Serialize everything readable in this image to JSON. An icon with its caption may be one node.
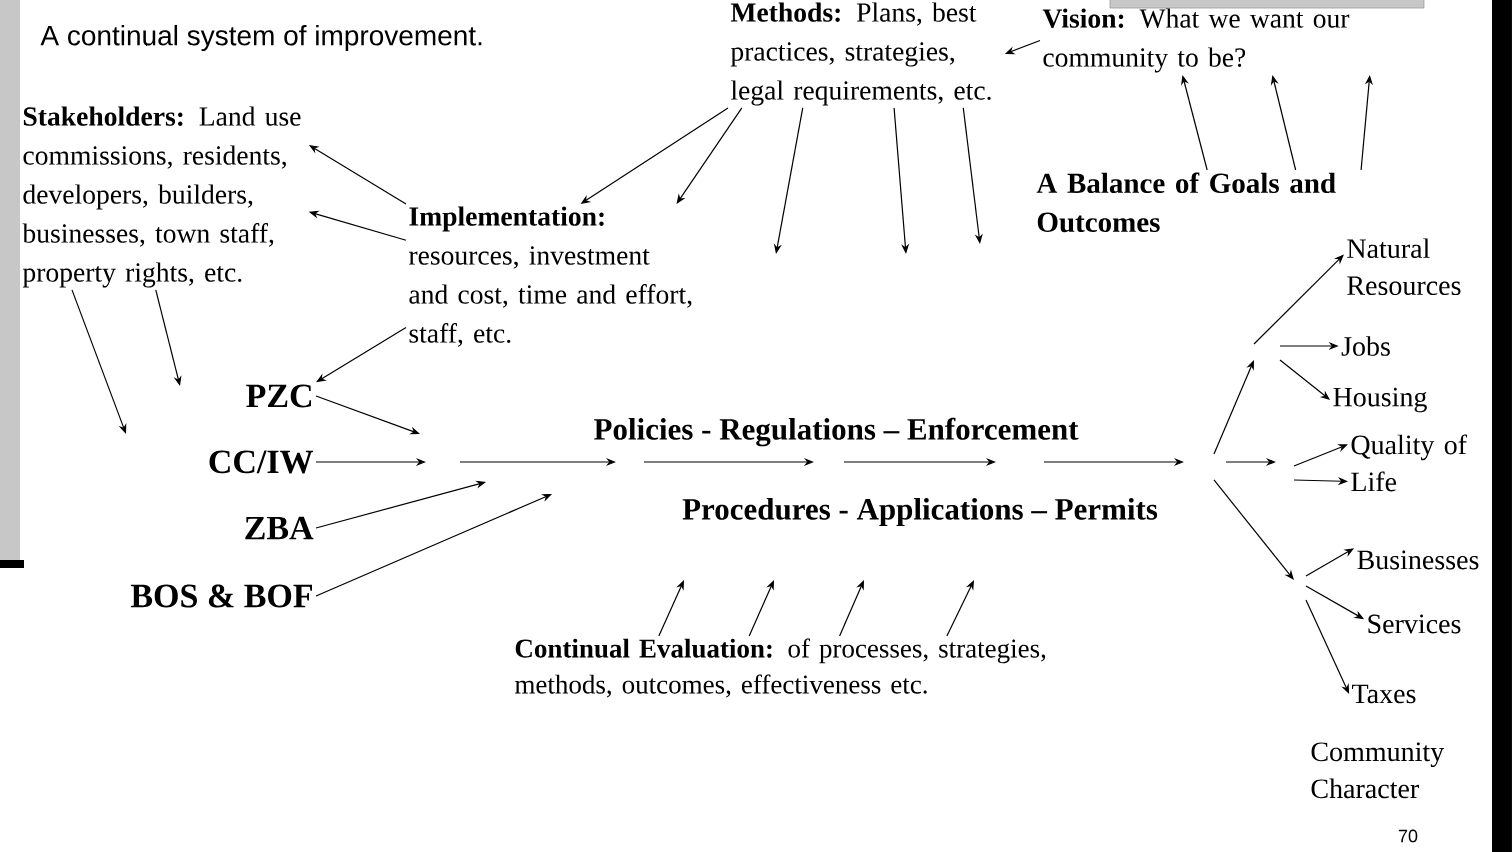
{
  "diagram": {
    "title": "A continual system of improvement.",
    "nodes": [
      {
        "text": [
          "**Methods:** Plans, best practices, strategies, legal requirements, etc."
        ]
      },
      {
        "text": [
          "**Vision:** What we want our community to be?"
        ]
      },
      {
        "text": [
          "**Stakeholders:** Land use commissions, residents, developers, builders, businesses, town staff, property rights, etc."
        ]
      },
      {
        "text": [
          "Implementation:",
          "resources, investment and cost, time and effort, staff, etc."
        ]
      },
      {
        "text": [
          "A Balance of Goals and Outcomes"
        ]
      },
      {
        "text": [
          "PZC"
        ]
      },
      {
        "text": [
          "CC/IW"
        ]
      },
      {
        "text": [
          "ZBA"
        ]
      },
      {
        "text": [
          "BOS & BOF"
        ]
      },
      {
        "text": [
          "Policies - Regulations – Enforcement"
        ]
      },
      {
        "text": [
          "Procedures - Applications – Permits"
        ]
      },
      {
        "text": [
          "**Continual Evaluation:** of processes, strategies, methods, outcomes, effectiveness etc."
        ]
      },
      {
        "text": [
          "Natural Resources"
        ]
      },
      {
        "text": [
          "Jobs"
        ]
      },
      {
        "text": [
          "Housing"
        ]
      },
      {
        "text": [
          "Quality of Life"
        ]
      },
      {
        "text": [
          "Businesses"
        ]
      },
      {
        "text": [
          "Services"
        ]
      },
      {
        "text": [
          "Taxes"
        ]
      },
      {
        "text": [
          "Community Character"
        ]
      }
    ],
    "edges": [
      {
        "from": 1,
        "to": 0,
        "arrow": "to"
      },
      {
        "from": 0,
        "to": 3,
        "arrow": "to"
      },
      {
        "from": 0,
        "to": 3,
        "arrow": "to"
      },
      {
        "from": 0,
        "to": null,
        "arrow": "to"
      },
      {
        "from": 0,
        "to": null,
        "arrow": "to"
      },
      {
        "from": 0,
        "to": null,
        "arrow": "to"
      },
      {
        "from": 4,
        "to": 1,
        "arrow": "to"
      },
      {
        "from": 4,
        "to": 1,
        "arrow": "to"
      },
      {
        "from": 4,
        "to": 1,
        "arrow": "to"
      },
      {
        "from": 3,
        "to": 2,
        "arrow": "to"
      },
      {
        "from": 3,
        "to": 2,
        "arrow": "to"
      },
      {
        "from": 3,
        "to": 5,
        "arrow": "to"
      },
      {
        "from": 2,
        "to": null,
        "arrow": "to"
      },
      {
        "from": 2,
        "to": null,
        "arrow": "to"
      },
      {
        "from": 5,
        "to": null,
        "arrow": "to"
      },
      {
        "from": 6,
        "to": null,
        "arrow": "to"
      },
      {
        "from": 7,
        "to": null,
        "arrow": "to"
      },
      {
        "from": 8,
        "to": null,
        "arrow": "to"
      },
      {
        "from": 11,
        "to": null,
        "arrow": "to"
      },
      {
        "from": 11,
        "to": null,
        "arrow": "to"
      },
      {
        "from": 11,
        "to": null,
        "arrow": "to"
      },
      {
        "from": 11,
        "to": null,
        "arrow": "to"
      },
      {
        "from": null,
        "to": 12,
        "arrow": "to"
      },
      {
        "from": null,
        "to": 13,
        "arrow": "to"
      },
      {
        "from": null,
        "to": 14,
        "arrow": "to"
      },
      {
        "from": null,
        "to": 15,
        "arrow": "to"
      },
      {
        "from": null,
        "to": 15,
        "arrow": "to"
      },
      {
        "from": null,
        "to": 16,
        "arrow": "to"
      },
      {
        "from": null,
        "to": 17,
        "arrow": "to"
      },
      {
        "from": null,
        "to": 18,
        "arrow": "to"
      }
    ],
    "labels": [
      "70"
    ]
  }
}
